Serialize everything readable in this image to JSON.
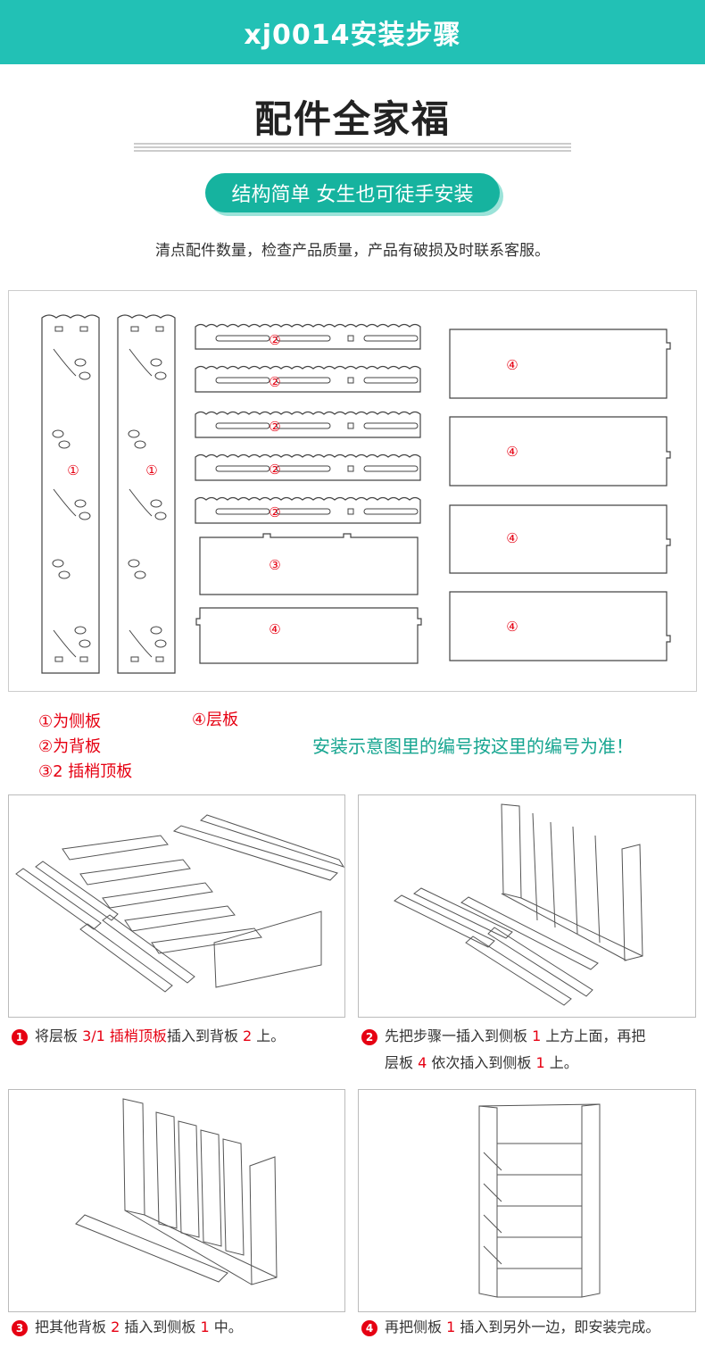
{
  "header": {
    "title": "xj0014安装步骤"
  },
  "section": {
    "title": "配件全家福",
    "pill": "结构简单 女生也可徒手安装",
    "check_text": "清点配件数量，检查产品质量，产品有破损及时联系客服。"
  },
  "parts": {
    "side_label": "①",
    "back_label": "②",
    "top_label": "③",
    "shelf_label": "④"
  },
  "legend": {
    "item1": "①为侧板",
    "item2": "②为背板",
    "item3": "③2 插梢顶板",
    "item4": "④层板",
    "note": "安装示意图里的编号按这里的编号为准！"
  },
  "steps": [
    {
      "num": "1",
      "pre": "将层板 ",
      "red1": "3/1 插梢顶板",
      "mid": "插入到背板 ",
      "red2": "2",
      "post": " 上。"
    },
    {
      "num": "2",
      "line1_pre": "先把步骤一插入到侧板 ",
      "line1_red": "1",
      "line1_post": " 上方上面，再把",
      "line2_pre": "层板 ",
      "line2_red": "4",
      "line2_post": " 依次插入到侧板 ",
      "line2_red2": "1",
      "line2_end": " 上。"
    },
    {
      "num": "3",
      "pre": "把其他背板 ",
      "red1": "2",
      "mid": " 插入到侧板 ",
      "red2": "1",
      "post": " 中。"
    },
    {
      "num": "4",
      "pre": "再把侧板 ",
      "red1": "1",
      "mid": " 插入到另外一边，即安装完成。"
    }
  ],
  "colors": {
    "accent": "#22c1b5",
    "pill": "#16b39f",
    "red": "#e60012",
    "note": "#16a590"
  }
}
